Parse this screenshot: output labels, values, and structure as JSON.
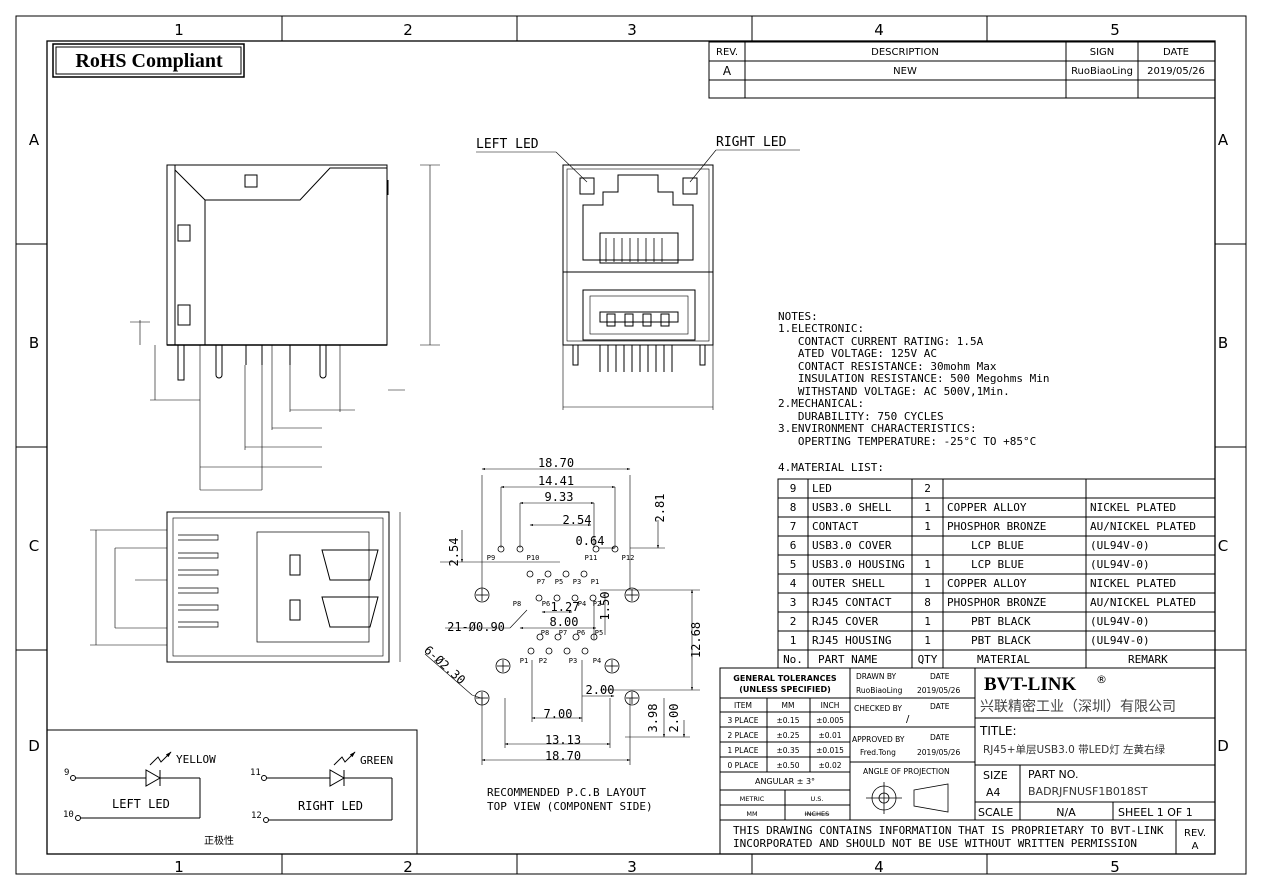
{
  "border": {
    "columns": [
      "1",
      "2",
      "3",
      "4",
      "5"
    ],
    "rows": [
      "A",
      "B",
      "C",
      "D"
    ]
  },
  "rohs_badge": "RoHS Compliant",
  "revision_block": {
    "headers": [
      "REV.",
      "DESCRIPTION",
      "SIGN",
      "DATE"
    ],
    "rows": [
      [
        "A",
        "NEW",
        "RuoBiaoLing",
        "2019/05/26"
      ]
    ]
  },
  "front_view": {
    "left_led_label": "LEFT LED",
    "right_led_label": "RIGHT LED"
  },
  "notes": {
    "title": "NOTES:",
    "lines": [
      "1.ELECTRONIC:",
      "   CONTACT CURRENT RATING: 1.5A",
      "   ATED VOLTAGE: 125V AC",
      "   CONTACT RESISTANCE: 30mohm Max",
      "   INSULATION RESISTANCE: 500 Megohms Min",
      "   WITHSTAND VOLTAGE: AC 500V,1Min.",
      "2.MECHANICAL:",
      "   DURABILITY: 750 CYCLES",
      "3.ENVIRONMENT CHARACTERISTICS:",
      "   OPERTING TEMPERATURE: -25°C TO +85°C"
    ],
    "material_title": "4.MATERIAL LIST:"
  },
  "material_list": {
    "header": [
      "No.",
      "PART NAME",
      "QTY",
      "MATERIAL",
      "REMARK"
    ],
    "rows": [
      [
        "9",
        "LED",
        "2",
        "",
        ""
      ],
      [
        "8",
        "USB3.0 SHELL",
        "1",
        "COPPER ALLOY",
        "NICKEL PLATED"
      ],
      [
        "7",
        "CONTACT",
        "1",
        "PHOSPHOR BRONZE",
        "AU/NICKEL PLATED"
      ],
      [
        "6",
        "USB3.0 COVER",
        "",
        "LCP BLUE",
        "(UL94V-0)"
      ],
      [
        "5",
        "USB3.0 HOUSING",
        "1",
        "LCP BLUE",
        "(UL94V-0)"
      ],
      [
        "4",
        "OUTER SHELL",
        "1",
        "COPPER ALLOY",
        "NICKEL PLATED"
      ],
      [
        "3",
        "RJ45 CONTACT",
        "8",
        "PHOSPHOR BRONZE",
        "AU/NICKEL PLATED"
      ],
      [
        "2",
        "RJ45 COVER",
        "1",
        "PBT BLACK",
        "(UL94V-0)"
      ],
      [
        "1",
        "RJ45 HOUSING",
        "1",
        "PBT BLACK",
        "(UL94V-0)"
      ]
    ]
  },
  "pcb_layout": {
    "dims": {
      "d1": "18.70",
      "d2": "14.41",
      "d3": "9.33",
      "d4": "2.54",
      "d5": "0.64",
      "d6": "2.81",
      "d7": "2.54",
      "d8": "1.27",
      "d9": "8.00",
      "d10": "1.50",
      "d11": "12.68",
      "d12": "2.00",
      "d13": "7.00",
      "d14": "13.13",
      "d15": "18.70",
      "d16": "3.98",
      "d17": "2.00",
      "holes1": "21-Ø0.90",
      "holes2": "6-Ø2.30"
    },
    "pins": {
      "p9": "P9",
      "p10": "P10",
      "p11": "P11",
      "p12": "P12",
      "p7": "P7",
      "p5": "P5",
      "p3": "P3",
      "p1": "P1",
      "p8": "P8",
      "p6": "P6",
      "p4": "P4",
      "p2": "P2",
      "r8": "P8",
      "r7": "P7",
      "r6": "P6",
      "r5": "P5",
      "r1": "P1",
      "r2": "P2",
      "r3": "P3",
      "r4": "P4"
    },
    "caption1": "RECOMMENDED P.C.B LAYOUT",
    "caption2": "TOP VIEW (COMPONENT SIDE)"
  },
  "led_schematic": {
    "yellow": "YELLOW",
    "green": "GREEN",
    "left_led": "LEFT LED",
    "right_led": "RIGHT LED",
    "pin9": "9",
    "pin10": "10",
    "pin11": "11",
    "pin12": "12",
    "polarity": "正极性"
  },
  "tolerances": {
    "title1": "GENERAL TOLERANCES",
    "title2": "(UNLESS SPECIFIED)",
    "headers": [
      "ITEM",
      "MM",
      "INCH"
    ],
    "rows": [
      [
        "3 PLACE",
        "±0.15",
        "±0.005"
      ],
      [
        "2 PLACE",
        "±0.25",
        "±0.01"
      ],
      [
        "1 PLACE",
        "±0.35",
        "±0.015"
      ],
      [
        "0 PLACE",
        "±0.50",
        "±0.02"
      ]
    ],
    "angular": "ANGULAR ± 3°",
    "metric": "METRIC",
    "us": "U.S.",
    "mm": "MM",
    "inches": "INCHES"
  },
  "signoff": {
    "drawn_by": "DRAWN BY",
    "date": "DATE",
    "drawn_name": "RuoBiaoLing",
    "drawn_date": "2019/05/26",
    "checked_by": "CHECKED BY",
    "checked_mark": "/",
    "approved_by": "APPROVED BY",
    "approved_name": "Fred.Tong",
    "approved_date": "2019/05/26",
    "angle_of_projection": "ANGLE OF PROJECTION"
  },
  "company": {
    "name": "BVT-LINK",
    "reg": "®",
    "chinese_name": "兴联精密工业（深圳）有限公司"
  },
  "title_block": {
    "title_label": "TITLE:",
    "title_value": "RJ45+单层USB3.0  带LED灯  左黄右绿",
    "size_label": "SIZE",
    "size_value": "A4",
    "part_no_label": "PART NO.",
    "part_no_value": "BADRJFNUSF1B018ST",
    "scale_label": "SCALE",
    "scale_value": "N/A",
    "sheet": "SHEEL 1 OF 1",
    "rev_label": "REV.",
    "rev_value": "A",
    "proprietary1": "THIS DRAWING CONTAINS INFORMATION THAT IS PROPRIETARY TO BVT-LINK",
    "proprietary2": "INCORPORATED AND SHOULD NOT BE USE WITHOUT WRITTEN PERMISSION"
  }
}
